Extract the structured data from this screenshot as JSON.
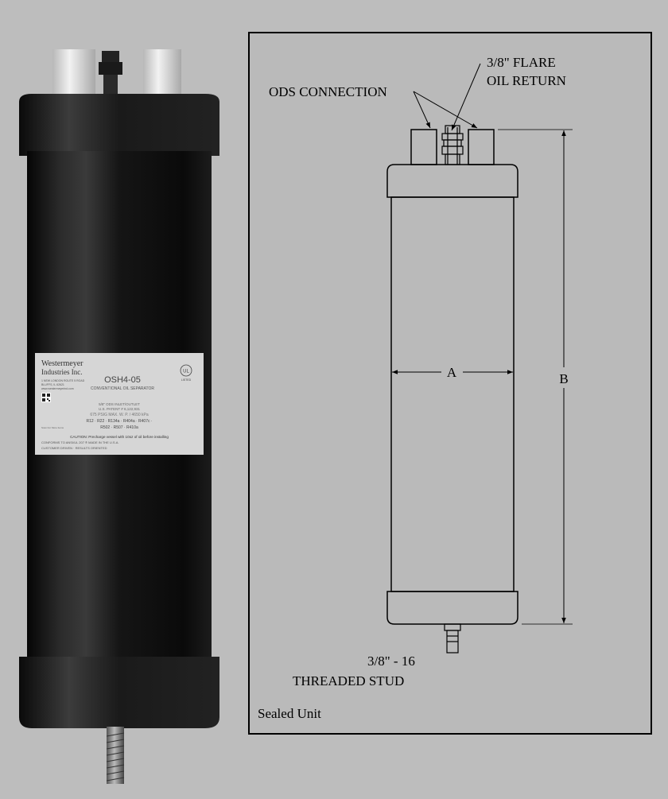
{
  "product_photo": {
    "label": {
      "brand_line1": "Westermeyer",
      "brand_line2": "Industries Inc.",
      "brand_address1": "1 NEW LONDON ROUTE 5 ROAD",
      "brand_address2": "BLUFFS, IL 62621",
      "brand_website": "www.westermeyerind.com",
      "model": "OSH4-05",
      "subtitle": "CONVENTIONAL OIL SEPARATOR",
      "spec_line1": "5/8\" ODS INLET/OUTLET",
      "spec_line2": "U.S. PATENT # 6,122,931",
      "spec_line3": "675 PSIG MAX. W. P. / 4650 kPa",
      "refrigerants_line1": "R12 · R22 · R134a · R404a · R407c ·",
      "refrigerants_line2": "R502 · R507 · R410a",
      "small_note": "Scan For More Items",
      "caution": "CAUTION: Precharge vessel with 10oz of oil before installing",
      "conforms": "CONFORMS TO ANSI/UL 207 ®   MADE IN THE U.S.A.",
      "slogan": "CUSTOMER DRIVEN · RESULTS ORIENTED",
      "ul_mark": "UL",
      "ul_listed": "LISTED"
    }
  },
  "drawing": {
    "label_ods_connection": "ODS CONNECTION",
    "label_flare_line1": "3/8\" FLARE",
    "label_flare_line2": "OIL RETURN",
    "dimension_a": "A",
    "dimension_b": "B",
    "label_stud_line1": "3/8\" - 16",
    "label_stud_line2": "THREADED STUD",
    "footer_note": "Sealed Unit"
  },
  "colors": {
    "background": "#bdbdbd",
    "drawing_panel": "#bababa",
    "vessel_body": "#111111",
    "label_face": "#d6d6d6",
    "line": "#000000"
  }
}
